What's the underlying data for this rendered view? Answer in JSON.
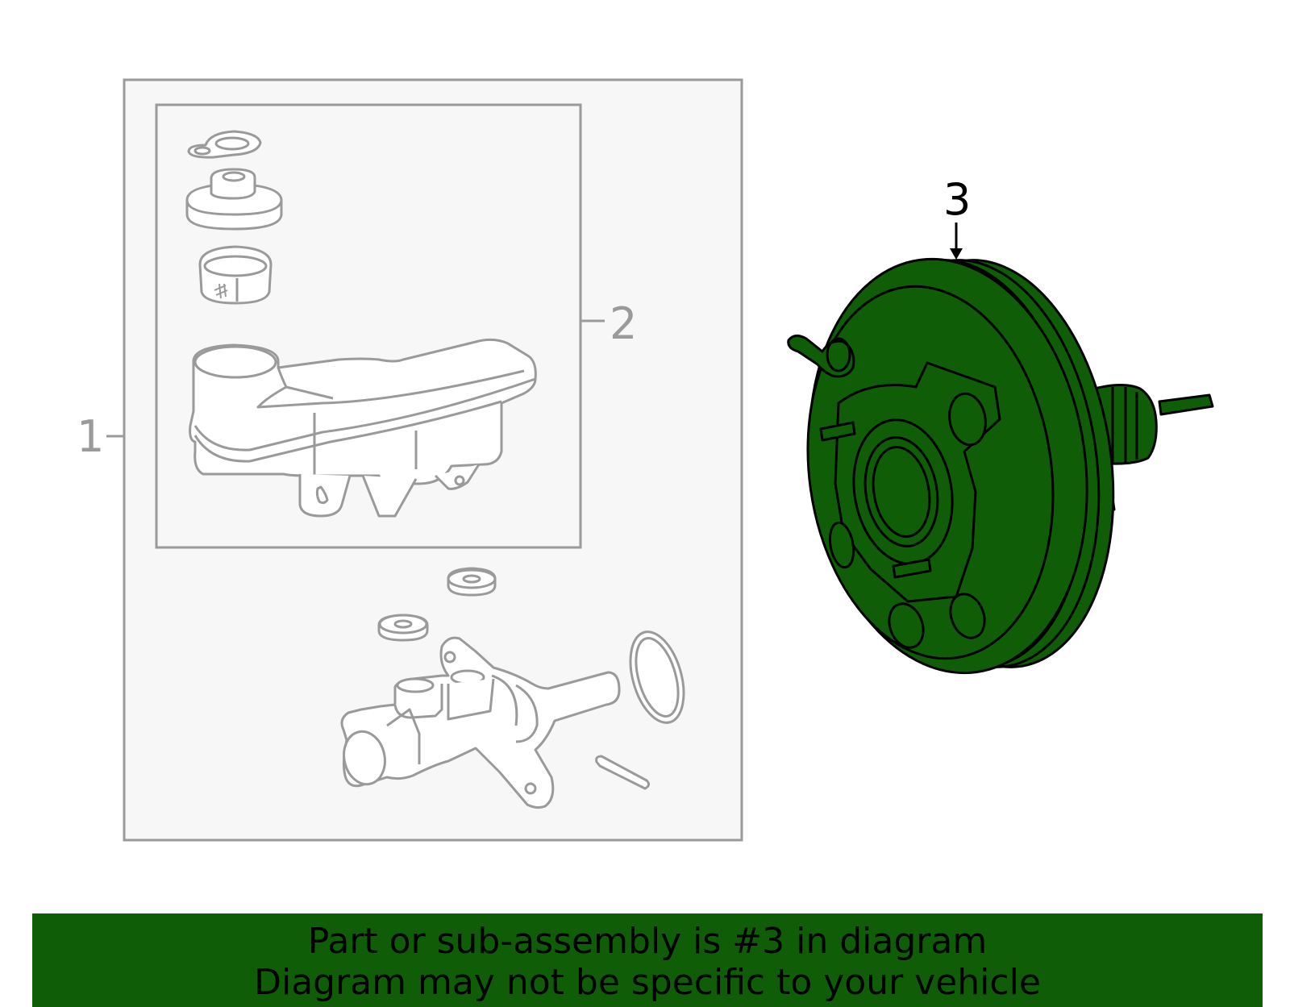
{
  "callouts": {
    "one": "1",
    "two": "2",
    "three": "3"
  },
  "banner": {
    "line1": "Part or sub-assembly is #3 in diagram",
    "line2": "Diagram may not be specific to your vehicle"
  },
  "colors": {
    "highlight_green": "#0f5e07",
    "outline_grey": "#9a9a9a",
    "box_fill": "#f7f7f7"
  },
  "icons": [
    "master-cylinder-assembly",
    "reservoir-assembly",
    "brake-booster"
  ]
}
